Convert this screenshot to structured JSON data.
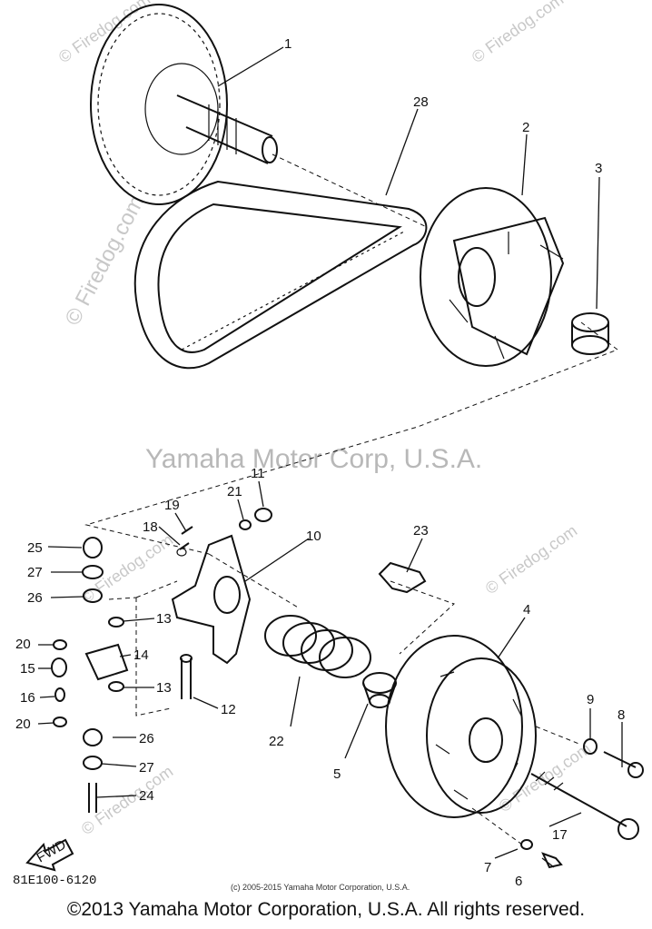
{
  "watermarks": {
    "center": "Yamaha Motor Corp, U.S.A.",
    "corner": "© Firedog.com",
    "repeated": "© Firedog.com"
  },
  "callouts": [
    {
      "id": "1",
      "label": "1"
    },
    {
      "id": "2",
      "label": "2"
    },
    {
      "id": "3",
      "label": "3"
    },
    {
      "id": "4",
      "label": "4"
    },
    {
      "id": "5",
      "label": "5"
    },
    {
      "id": "6",
      "label": "6"
    },
    {
      "id": "7",
      "label": "7"
    },
    {
      "id": "8",
      "label": "8"
    },
    {
      "id": "9",
      "label": "9"
    },
    {
      "id": "10",
      "label": "10"
    },
    {
      "id": "11",
      "label": "11"
    },
    {
      "id": "12",
      "label": "12"
    },
    {
      "id": "13a",
      "label": "13"
    },
    {
      "id": "13b",
      "label": "13"
    },
    {
      "id": "14",
      "label": "14"
    },
    {
      "id": "15",
      "label": "15"
    },
    {
      "id": "16",
      "label": "16"
    },
    {
      "id": "17",
      "label": "17"
    },
    {
      "id": "18",
      "label": "18"
    },
    {
      "id": "19",
      "label": "19"
    },
    {
      "id": "20a",
      "label": "20"
    },
    {
      "id": "20b",
      "label": "20"
    },
    {
      "id": "21",
      "label": "21"
    },
    {
      "id": "22",
      "label": "22"
    },
    {
      "id": "23",
      "label": "23"
    },
    {
      "id": "24",
      "label": "24"
    },
    {
      "id": "25",
      "label": "25"
    },
    {
      "id": "26a",
      "label": "26"
    },
    {
      "id": "26b",
      "label": "26"
    },
    {
      "id": "27a",
      "label": "27"
    },
    {
      "id": "27b",
      "label": "27"
    },
    {
      "id": "28",
      "label": "28"
    }
  ],
  "fwd_label": "FWD",
  "diagram_code": "81E100-6120",
  "small_copyright": "(c) 2005-2015 Yamaha Motor Corporation, U.S.A.",
  "footer": "©2013 Yamaha Motor Corporation, U.S.A. All rights reserved."
}
